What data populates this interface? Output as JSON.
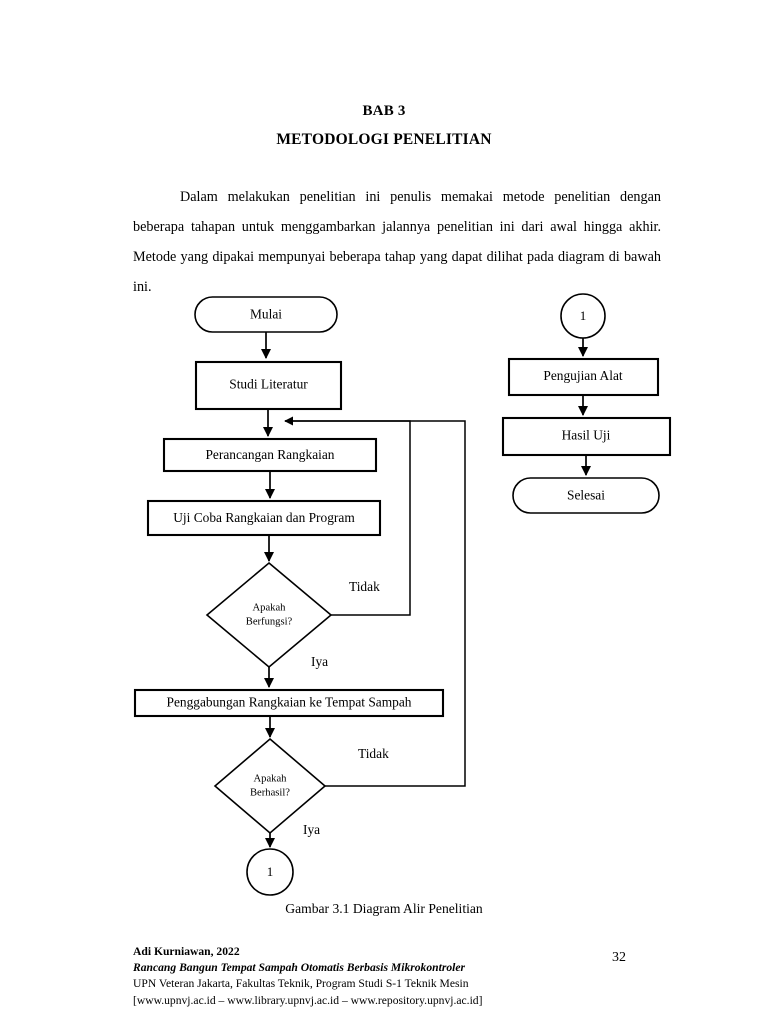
{
  "document": {
    "chapter_label": "BAB 3",
    "chapter_title": "METODOLOGI PENELITIAN",
    "paragraph": "Dalam melakukan penelitian ini penulis memakai metode penelitian dengan beberapa tahapan untuk menggambarkan jalannya penelitian ini dari awal hingga akhir. Metode yang dipakai mempunyai beberapa tahap yang dapat dilihat pada diagram di bawah ini.",
    "figure_caption": "Gambar 3.1 Diagram Alir Penelitian",
    "page_number": "32"
  },
  "footer": {
    "author": "Adi Kurniawan, 2022",
    "thesis_title": "Rancang Bangun Tempat Sampah Otomatis Berbasis Mikrokontroler",
    "institution": "UPN Veteran Jakarta, Fakultas Teknik, Program Studi S-1 Teknik Mesin",
    "links": "[www.upnvj.ac.id – www.library.upnvj.ac.id – www.repository.upnvj.ac.id]"
  },
  "flowchart": {
    "title": "Gambar 3.1 Diagram Alir Penelitian",
    "nodes": {
      "start": {
        "label": "Mulai",
        "shape": "terminator"
      },
      "studi": {
        "label": "Studi Literatur",
        "shape": "process"
      },
      "perancangan": {
        "label": "Perancangan Rangkaian",
        "shape": "process"
      },
      "ujicoba": {
        "label": "Uji Coba Rangkaian dan Program",
        "shape": "process"
      },
      "decision1_line1": "Apakah",
      "decision1_line2": "Berfungsi?",
      "penggabungan": {
        "label": "Penggabungan Rangkaian ke Tempat Sampah",
        "shape": "process"
      },
      "decision2_line1": "Apakah",
      "decision2_line2": "Berhasil?",
      "connector_bottom": {
        "label": "1",
        "shape": "connector"
      },
      "connector_top": {
        "label": "1",
        "shape": "connector"
      },
      "pengujian": {
        "label": "Pengujian Alat",
        "shape": "process"
      },
      "hasil": {
        "label": "Hasil Uji",
        "shape": "process"
      },
      "selesai": {
        "label": "Selesai",
        "shape": "terminator"
      }
    },
    "edge_labels": {
      "decision1_no": "Tidak",
      "decision1_yes": "Iya",
      "decision2_no": "Tidak",
      "decision2_yes": "Iya"
    },
    "colors": {
      "stroke": "#000000",
      "fill": "#ffffff",
      "text": "#000000"
    }
  }
}
